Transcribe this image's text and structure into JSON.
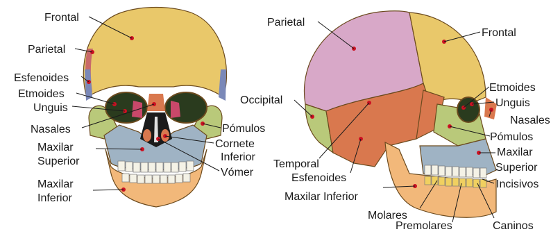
{
  "front_view": {
    "labels": {
      "frontal": "Frontal",
      "parietal": "Parietal",
      "esfenoides": "Esfenoides",
      "etmoides": "Etmoides",
      "unguis": "Unguis",
      "nasales": "Nasales",
      "maxilar_superior_1": "Maxilar",
      "maxilar_superior_2": "Superior",
      "maxilar_inferior_1": "Maxilar",
      "maxilar_inferior_2": "Inferior",
      "pomulos": "Pómulos",
      "cornete_1": "Cornete",
      "cornete_2": "Inferior",
      "vomer": "Vómer"
    }
  },
  "side_view": {
    "labels": {
      "parietal": "Parietal",
      "frontal": "Frontal",
      "occipital": "Occipital",
      "etmoides": "Etmoides",
      "unguis": "Unguis",
      "nasales": "Nasales",
      "pomulos": "Pómulos",
      "maxilar_superior_1": "Maxilar",
      "maxilar_superior_2": "Superior",
      "temporal": "Temporal",
      "esfenoides": "Esfenoides",
      "incisivos": "Incisivos",
      "maxilar_inferior": "Maxilar Inferior",
      "molares": "Molares",
      "premolares": "Premolares",
      "caninos": "Caninos"
    }
  },
  "colors": {
    "frontal_bone": "#e9c86a",
    "parietal_bone": "#d8a8c8",
    "temporal_bone": "#d9784e",
    "zygomatic_bone": "#b9c97a",
    "maxilla_bone": "#9fb3c4",
    "mandible_bone": "#f2b87a",
    "sphenoid_bone": "#7a88b8",
    "label_dot": "#cc1122"
  }
}
